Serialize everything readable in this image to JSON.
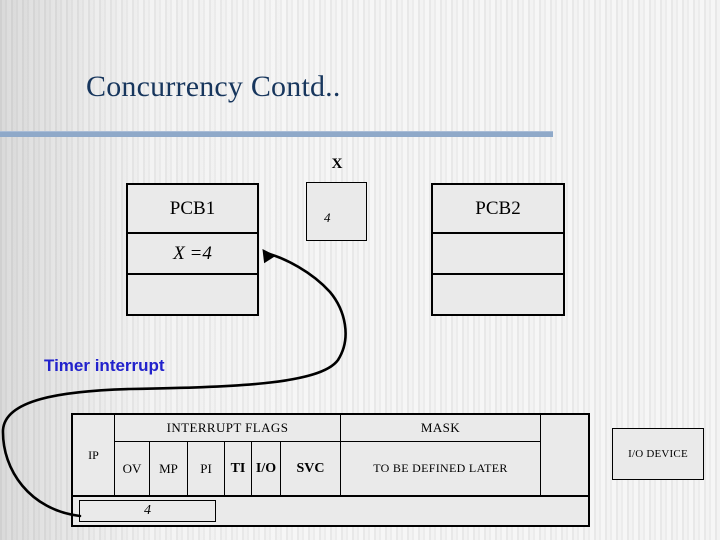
{
  "slide": {
    "title": "Concurrency Contd..",
    "title_color": "#17365d",
    "rule_color": "#8fa9c9",
    "background": "striped-light-grey"
  },
  "diagram": {
    "shared_variable": {
      "label": "X",
      "value": "4"
    },
    "pcb1": {
      "name": "PCB1",
      "rows": [
        "PCB1",
        "X =4",
        ""
      ],
      "assignment_text": "X =4"
    },
    "pcb2": {
      "name": "PCB2",
      "rows": [
        "PCB2",
        "",
        ""
      ]
    },
    "annotation": {
      "timer_interrupt_label": "Timer interrupt",
      "timer_interrupt_color": "#2222cc",
      "arrow_name": "timer-interrupt-arrow"
    }
  },
  "interrupt_table": {
    "ip_column_header": "IP",
    "flags_group_header": "INTERRUPT FLAGS",
    "flags": [
      {
        "label": "OV",
        "bold": false
      },
      {
        "label": "MP",
        "bold": false
      },
      {
        "label": "PI",
        "bold": false
      },
      {
        "label": "TI",
        "bold": true
      },
      {
        "label": "I/O",
        "bold": true
      },
      {
        "label": "SVC",
        "bold": true
      }
    ],
    "mask_group_header": "MASK",
    "mask_body_text": "TO BE DEFINED LATER",
    "tail_column_header": "",
    "ip_value": "4"
  },
  "io_device": {
    "label": "I/O DEVICE"
  }
}
